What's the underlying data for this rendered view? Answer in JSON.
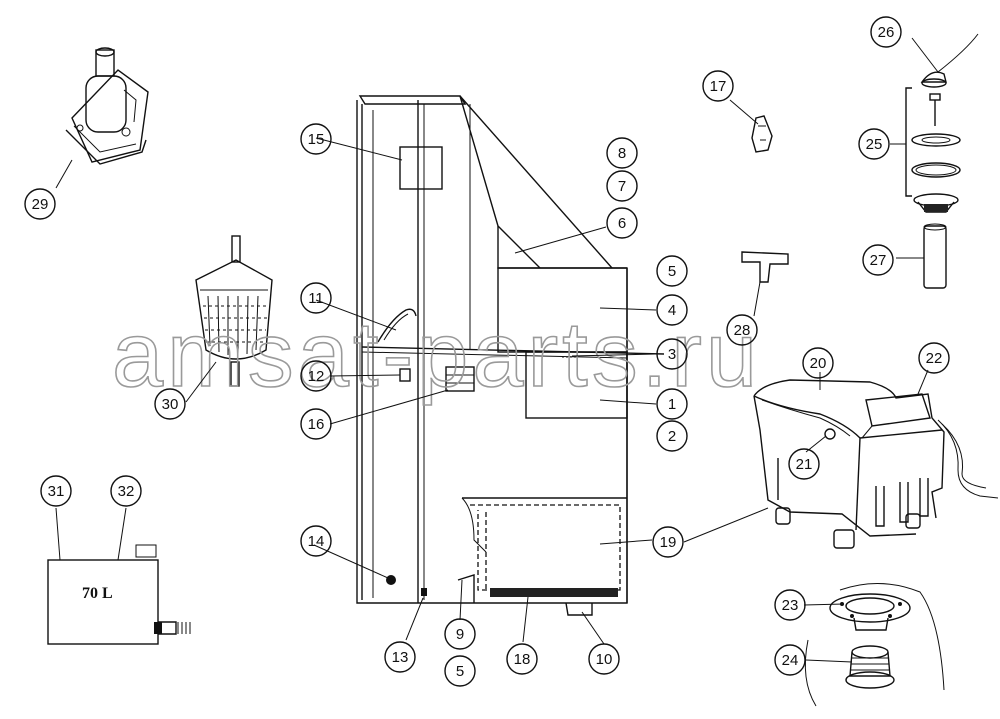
{
  "diagram": {
    "watermark": "amsat-parts.ru",
    "tank_label": "70 L",
    "callouts": [
      {
        "id": "c1",
        "number": "1"
      },
      {
        "id": "c2",
        "number": "2"
      },
      {
        "id": "c3",
        "number": "3"
      },
      {
        "id": "c4",
        "number": "4"
      },
      {
        "id": "c5a",
        "number": "5"
      },
      {
        "id": "c5b",
        "number": "5"
      },
      {
        "id": "c6",
        "number": "6"
      },
      {
        "id": "c7",
        "number": "7"
      },
      {
        "id": "c8",
        "number": "8"
      },
      {
        "id": "c9",
        "number": "9"
      },
      {
        "id": "c10",
        "number": "10"
      },
      {
        "id": "c11",
        "number": "11"
      },
      {
        "id": "c12",
        "number": "12"
      },
      {
        "id": "c13",
        "number": "13"
      },
      {
        "id": "c14",
        "number": "14"
      },
      {
        "id": "c15",
        "number": "15"
      },
      {
        "id": "c16",
        "number": "16"
      },
      {
        "id": "c17",
        "number": "17"
      },
      {
        "id": "c18",
        "number": "18"
      },
      {
        "id": "c19",
        "number": "19"
      },
      {
        "id": "c20",
        "number": "20"
      },
      {
        "id": "c21",
        "number": "21"
      },
      {
        "id": "c22",
        "number": "22"
      },
      {
        "id": "c23",
        "number": "23"
      },
      {
        "id": "c24",
        "number": "24"
      },
      {
        "id": "c25",
        "number": "25"
      },
      {
        "id": "c26",
        "number": "26"
      },
      {
        "id": "c27",
        "number": "27"
      },
      {
        "id": "c28",
        "number": "28"
      },
      {
        "id": "c29",
        "number": "29"
      },
      {
        "id": "c30",
        "number": "30"
      },
      {
        "id": "c31",
        "number": "31"
      },
      {
        "id": "c32",
        "number": "32"
      }
    ]
  }
}
